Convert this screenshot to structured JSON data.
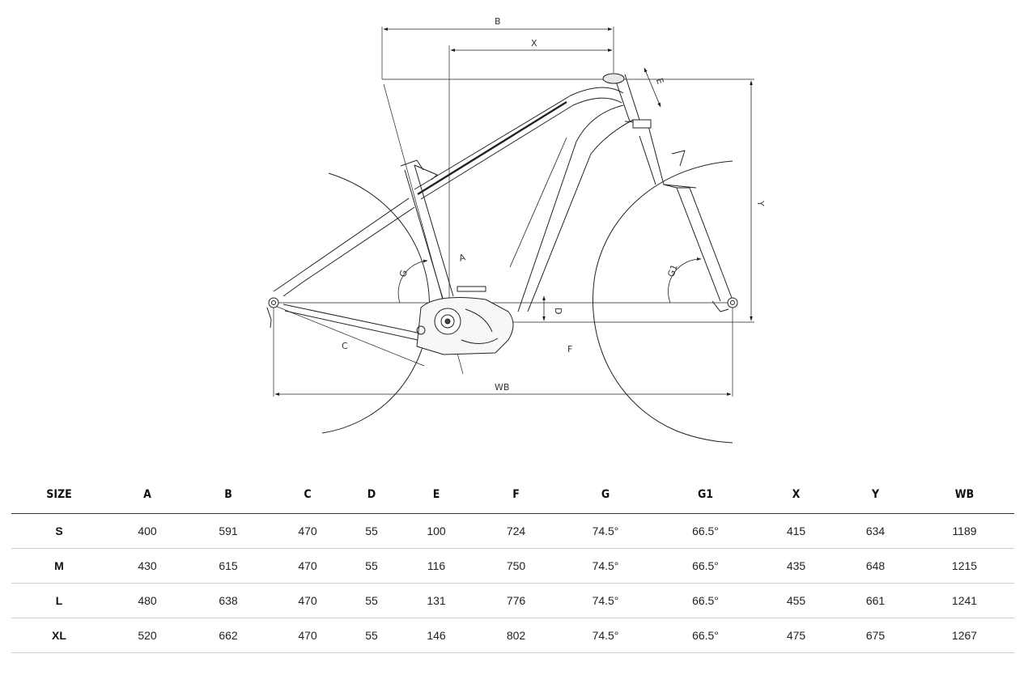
{
  "diagram": {
    "labels": {
      "A": "A",
      "B": "B",
      "C": "C",
      "D": "D",
      "E": "E",
      "F": "F",
      "G": "G",
      "G1": "G1",
      "X": "X",
      "Y": "Y",
      "WB": "WB"
    }
  },
  "table": {
    "headers": [
      "SIZE",
      "A",
      "B",
      "C",
      "D",
      "E",
      "F",
      "G",
      "G1",
      "X",
      "Y",
      "WB"
    ],
    "rows": [
      [
        "S",
        "400",
        "591",
        "470",
        "55",
        "100",
        "724",
        "74.5°",
        "66.5°",
        "415",
        "634",
        "1189"
      ],
      [
        "M",
        "430",
        "615",
        "470",
        "55",
        "116",
        "750",
        "74.5°",
        "66.5°",
        "435",
        "648",
        "1215"
      ],
      [
        "L",
        "480",
        "638",
        "470",
        "55",
        "131",
        "776",
        "74.5°",
        "66.5°",
        "455",
        "661",
        "1241"
      ],
      [
        "XL",
        "520",
        "662",
        "470",
        "55",
        "146",
        "802",
        "74.5°",
        "66.5°",
        "475",
        "675",
        "1267"
      ]
    ]
  }
}
